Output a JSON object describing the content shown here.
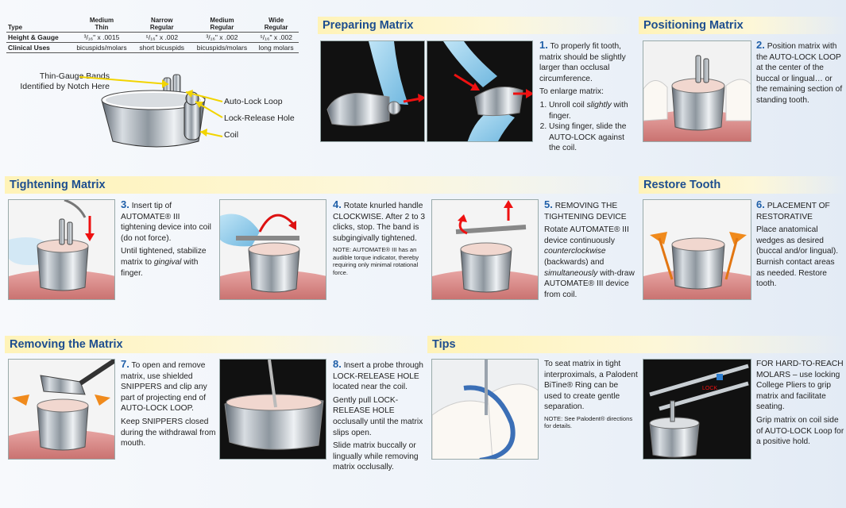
{
  "table": {
    "headers": {
      "type": "Type",
      "mt_1": "Medium",
      "mt_2": "Thin",
      "nr_1": "Narrow",
      "nr_2": "Regular",
      "mr_1": "Medium",
      "mr_2": "Regular",
      "wr_1": "Wide",
      "wr_2": "Regular"
    },
    "height_label": "Height & Gauge",
    "heights": [
      "³/₁₆\" x .0015",
      "⁵/₁₆\" x .002",
      "³/₁₆\" x .002",
      "⁵/₁₆\" x .002"
    ],
    "clinical_label": "Clinical Uses",
    "clinical": [
      "bicuspids/molars",
      "short bicuspids",
      "bicuspids/molars",
      "long molars"
    ]
  },
  "callouts": {
    "thin_gauge": "Thin-Gauge Bands\nIdentified by Notch Here",
    "auto_lock": "Auto-Lock Loop",
    "lock_release": "Lock-Release Hole",
    "coil": "Coil"
  },
  "sections": {
    "preparing": "Preparing Matrix",
    "positioning": "Positioning Matrix",
    "tightening": "Tightening Matrix",
    "restore": "Restore Tooth",
    "removing": "Removing the Matrix",
    "tips": "Tips"
  },
  "steps": {
    "s1_num": "1.",
    "s1_text": "To properly fit tooth, matrix should be slightly larger than occlusal circumference.",
    "s1_enlarge": "To enlarge matrix:",
    "s1_i1a": "Unroll coil ",
    "s1_i1b": "slightly",
    "s1_i1c": " with finger.",
    "s1_i2": "Using finger, slide the AUTO-LOCK against the coil.",
    "s2_num": "2.",
    "s2_text": "Position matrix with the AUTO-LOCK LOOP at the center of the buccal or lingual… or the remaining section of standing tooth.",
    "s3_num": "3.",
    "s3_text": "Insert tip of AUTOMATE® III tightening device into coil (do not force).",
    "s3_b1": "Until tightened, stabilize matrix to ",
    "s3_b2": "gingival",
    "s3_b3": " with finger.",
    "s4_num": "4.",
    "s4_text": "Rotate knurled handle CLOCKWISE. After 2 to 3 clicks, stop. The band is subgingivally tightened.",
    "s4_note": "NOTE: AUTOMATE® III has an audible torque indicator, thereby requiring only minimal rotational force.",
    "s5_num": "5.",
    "s5_head": "REMOVING THE TIGHTENING DEVICE",
    "s5_a": "Rotate AUTOMATE® III device continuously ",
    "s5_b": "counterclockwise",
    "s5_c": " (backwards) and ",
    "s5_d": "simultaneously",
    "s5_e": " with-draw AUTOMATE® III device from coil.",
    "s6_num": "6.",
    "s6_head": "PLACEMENT OF RESTORATIVE",
    "s6_text": "Place anatomical wedges as desired (buccal and/or lingual). Burnish contact areas as needed. Restore tooth.",
    "s7_num": "7.",
    "s7_text": "To open and remove matrix, use shielded SNIPPERS and clip any part of projecting end of AUTO-LOCK LOOP.",
    "s7_b": "Keep SNIPPERS closed during the withdrawal from mouth.",
    "s8_num": "8.",
    "s8_text": "Insert a probe through LOCK-RELEASE HOLE located near the coil.",
    "s8_b": "Gently pull LOCK-RELEASE HOLE occlusally until the matrix slips open.",
    "s8_c": "Slide matrix buccally or lingually while removing matrix occlusally.",
    "t1_text": "To seat matrix in tight interproximals, a Palodent BiTine® Ring can be used to create gentle separation.",
    "t1_note": "NOTE: See Palodent® directions for details.",
    "t2_text": "FOR HARD-TO-REACH MOLARS – use locking College Pliers to grip matrix and facilitate seating.",
    "t2_b": "Grip matrix on coil side of AUTO-LOCK Loop for a positive hold.",
    "lock_label": "LOCK"
  }
}
